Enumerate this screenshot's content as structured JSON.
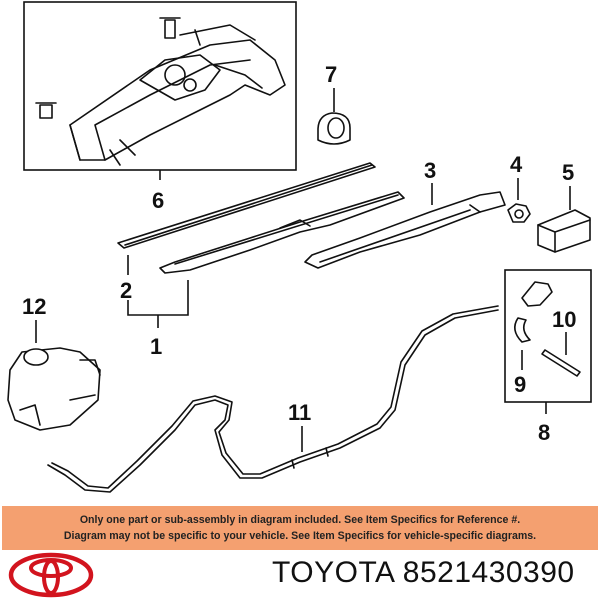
{
  "callouts": {
    "c1": "1",
    "c2": "2",
    "c3": "3",
    "c4": "4",
    "c5": "5",
    "c6": "6",
    "c7": "7",
    "c8": "8",
    "c9": "9",
    "c10": "10",
    "c11": "11",
    "c12": "12"
  },
  "notice": {
    "line1": "Only one part or sub-assembly in diagram included. See Item Specifics for Reference #.",
    "line2": "Diagram may not be specific to your vehicle. See Item Specifics for vehicle-specific diagrams."
  },
  "brand": {
    "name": "TOYOTA",
    "part_number": "8521430390",
    "logo_color": "#d2141e"
  }
}
